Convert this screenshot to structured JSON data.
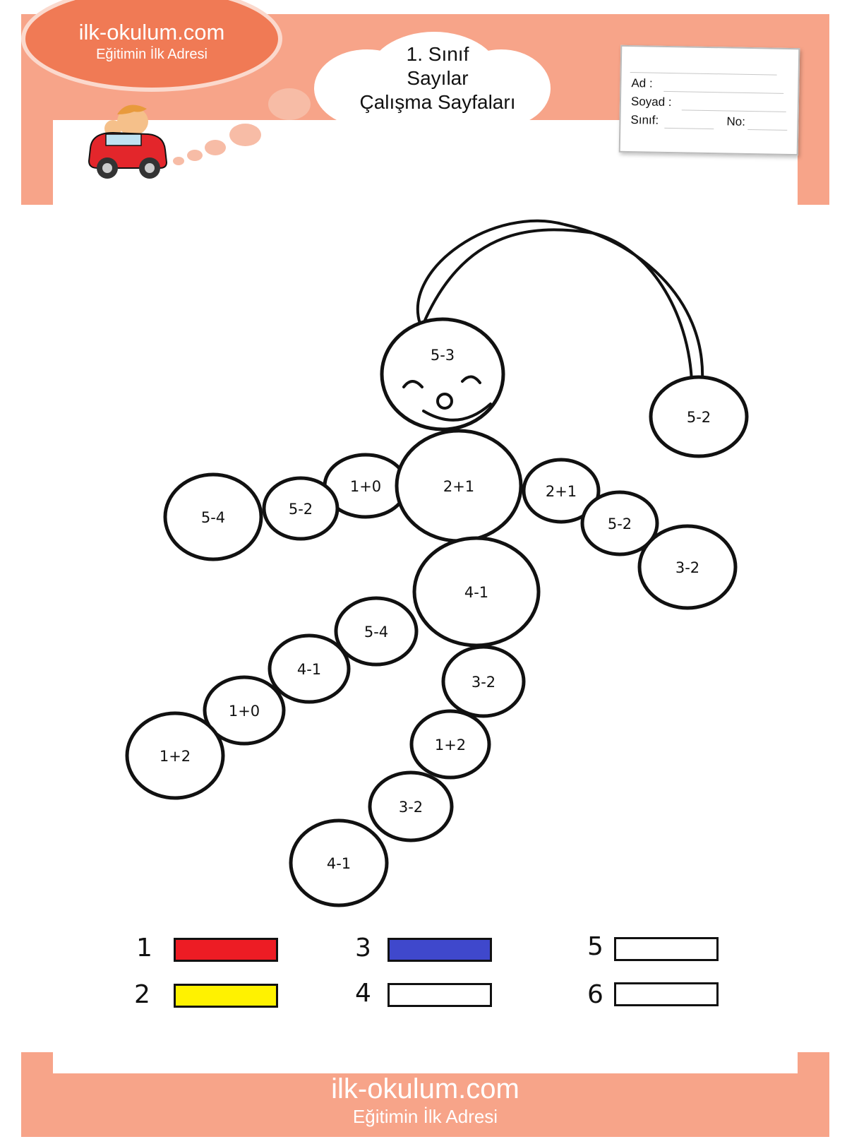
{
  "header": {
    "logo_title": "ilk-okulum.com",
    "logo_subtitle": "Eğitimin İlk Adresi",
    "title_lines": [
      "1. Sınıf",
      "Sayılar",
      "Çalışma Sayfaları"
    ]
  },
  "student_card": {
    "name_label": "Ad :",
    "surname_label": "Soyad :",
    "class_label": "Sınıf:",
    "number_label": "No:"
  },
  "figure_labels": [
    "5-3",
    "5-2",
    "1+0",
    "5-2",
    "5-4",
    "2+1",
    "5-2",
    "3-2",
    "2+1",
    "4-1",
    "5-4",
    "4-1",
    "1+0",
    "1+2",
    "3-2",
    "1+2",
    "3-2",
    "4-1"
  ],
  "legend": [
    {
      "number": "1",
      "color": "#ed1c24"
    },
    {
      "number": "2",
      "color": "#fff200"
    },
    {
      "number": "3",
      "color": "#3f48cc"
    },
    {
      "number": "4",
      "color": "#ffffff"
    },
    {
      "number": "5",
      "color": "#ffffff"
    },
    {
      "number": "6",
      "color": "#ffffff"
    }
  ],
  "colors": {
    "accent": "#f7a489",
    "logo_oval": "#f07a55"
  },
  "footer": {
    "title": "ilk-okulum.com",
    "subtitle": "Eğitimin İlk Adresi"
  }
}
